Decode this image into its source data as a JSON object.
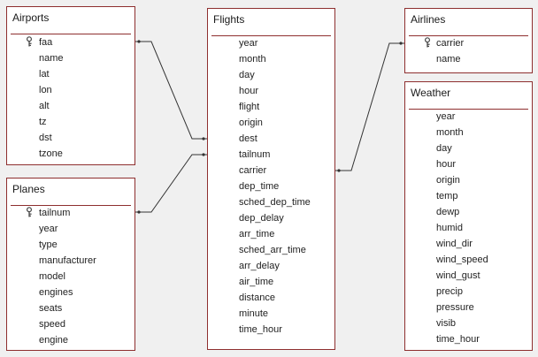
{
  "tables": {
    "airports": {
      "title": "Airports",
      "fields": [
        {
          "name": "faa",
          "key": true
        },
        {
          "name": "name"
        },
        {
          "name": "lat"
        },
        {
          "name": "lon"
        },
        {
          "name": "alt"
        },
        {
          "name": "tz"
        },
        {
          "name": "dst"
        },
        {
          "name": "tzone"
        }
      ]
    },
    "planes": {
      "title": "Planes",
      "fields": [
        {
          "name": "tailnum",
          "key": true
        },
        {
          "name": "year"
        },
        {
          "name": "type"
        },
        {
          "name": "manufacturer"
        },
        {
          "name": "model"
        },
        {
          "name": "engines"
        },
        {
          "name": "seats"
        },
        {
          "name": "speed"
        },
        {
          "name": "engine"
        }
      ]
    },
    "flights": {
      "title": "Flights",
      "fields": [
        {
          "name": "year"
        },
        {
          "name": "month"
        },
        {
          "name": "day"
        },
        {
          "name": "hour"
        },
        {
          "name": "flight"
        },
        {
          "name": "origin"
        },
        {
          "name": "dest"
        },
        {
          "name": "tailnum"
        },
        {
          "name": "carrier"
        },
        {
          "name": "dep_time"
        },
        {
          "name": "sched_dep_time"
        },
        {
          "name": "dep_delay"
        },
        {
          "name": "arr_time"
        },
        {
          "name": "sched_arr_time"
        },
        {
          "name": "arr_delay"
        },
        {
          "name": "air_time"
        },
        {
          "name": "distance"
        },
        {
          "name": "minute"
        },
        {
          "name": "time_hour"
        }
      ]
    },
    "airlines": {
      "title": "Airlines",
      "fields": [
        {
          "name": "carrier",
          "key": true
        },
        {
          "name": "name"
        }
      ]
    },
    "weather": {
      "title": "Weather",
      "fields": [
        {
          "name": "year"
        },
        {
          "name": "month"
        },
        {
          "name": "day"
        },
        {
          "name": "hour"
        },
        {
          "name": "origin"
        },
        {
          "name": "temp"
        },
        {
          "name": "dewp"
        },
        {
          "name": "humid"
        },
        {
          "name": "wind_dir"
        },
        {
          "name": "wind_speed"
        },
        {
          "name": "wind_gust"
        },
        {
          "name": "precip"
        },
        {
          "name": "pressure"
        },
        {
          "name": "visib"
        },
        {
          "name": "time_hour"
        }
      ]
    }
  },
  "relationships": [
    {
      "from_table": "airports",
      "from_field": "faa",
      "to_table": "flights",
      "to_field": "dest"
    },
    {
      "from_table": "planes",
      "from_field": "tailnum",
      "to_table": "flights",
      "to_field": "tailnum"
    },
    {
      "from_table": "flights",
      "from_field": "carrier",
      "to_table": "airlines",
      "to_field": "carrier"
    }
  ],
  "icons": {
    "key_field": "primary-key-icon"
  },
  "colors": {
    "border": "#8e2f2f",
    "background": "#f0f0f0",
    "table_fill": "#ffffff",
    "line": "#333333"
  }
}
